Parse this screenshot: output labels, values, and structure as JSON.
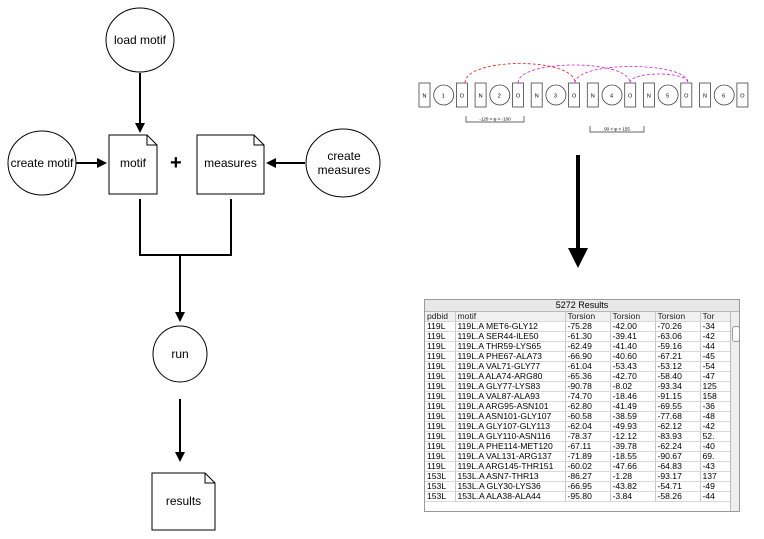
{
  "flowchart": {
    "load_motif": "load motif",
    "create_motif": "create motif",
    "motif": "motif",
    "plus": "+",
    "measures": "measures",
    "create_measures": "create measures",
    "run": "run",
    "results": "results"
  },
  "motif_strip": {
    "elements": [
      "N",
      "1",
      "O",
      "N",
      "2",
      "O",
      "N",
      "3",
      "O",
      "N",
      "4",
      "O",
      "N",
      "5",
      "O",
      "N",
      "6",
      "O"
    ],
    "constraint_1": "-120 < φ < -100",
    "constraint_2": "90 < φ < 155"
  },
  "results_table": {
    "title": "5272 Results",
    "columns": [
      "pdbid",
      "motif",
      "Torsion",
      "Torsion",
      "Torsion",
      "Tor"
    ],
    "rows": [
      [
        "119L",
        "119L.A MET6-GLY12",
        "-75.28",
        "-42.00",
        "-70.26",
        "-34"
      ],
      [
        "119L",
        "119L.A SER44-ILE50",
        "-61.30",
        "-39.41",
        "-63.06",
        "-42"
      ],
      [
        "119L",
        "119L.A THR59-LYS65",
        "-62.49",
        "-41.40",
        "-59.16",
        "-44"
      ],
      [
        "119L",
        "119L.A PHE67-ALA73",
        "-66.90",
        "-40.60",
        "-67.21",
        "-45"
      ],
      [
        "119L",
        "119L.A VAL71-GLY77",
        "-61.04",
        "-53.43",
        "-53.12",
        "-54"
      ],
      [
        "119L",
        "119L.A ALA74-ARG80",
        "-65.36",
        "-42.70",
        "-58.40",
        "-47"
      ],
      [
        "119L",
        "119L.A GLY77-LYS83",
        "-90.78",
        "-8.02",
        "-93.34",
        "125"
      ],
      [
        "119L",
        "119L.A VAL87-ALA93",
        "-74.70",
        "-18.46",
        "-91.15",
        "158"
      ],
      [
        "119L",
        "119L.A ARG95-ASN101",
        "-62.80",
        "-41.49",
        "-69.55",
        "-36"
      ],
      [
        "119L",
        "119L.A ASN101-GLY107",
        "-60.58",
        "-38.59",
        "-77.68",
        "-48"
      ],
      [
        "119L",
        "119L.A GLY107-GLY113",
        "-62.04",
        "-49.93",
        "-62.12",
        "-42"
      ],
      [
        "119L",
        "119L.A GLY110-ASN116",
        "-78.37",
        "-12.12",
        "-83.93",
        "52."
      ],
      [
        "119L",
        "119L.A PHE114-MET120",
        "-67.11",
        "-39.78",
        "-62.24",
        "-40"
      ],
      [
        "119L",
        "119L.A VAL131-ARG137",
        "-71.89",
        "-18.55",
        "-90.67",
        "69."
      ],
      [
        "119L",
        "119L.A ARG145-THR151",
        "-60.02",
        "-47.66",
        "-64.83",
        "-43"
      ],
      [
        "153L",
        "153L.A ASN7-THR13",
        "-86.27",
        "-1.28",
        "-93.17",
        "137"
      ],
      [
        "153L",
        "153L.A GLY30-LYS36",
        "-66.95",
        "-43.82",
        "-54.71",
        "-49"
      ],
      [
        "153L",
        "153L.A ALA38-ALA44",
        "-95.80",
        "-3.84",
        "-58.26",
        "-44"
      ]
    ]
  }
}
